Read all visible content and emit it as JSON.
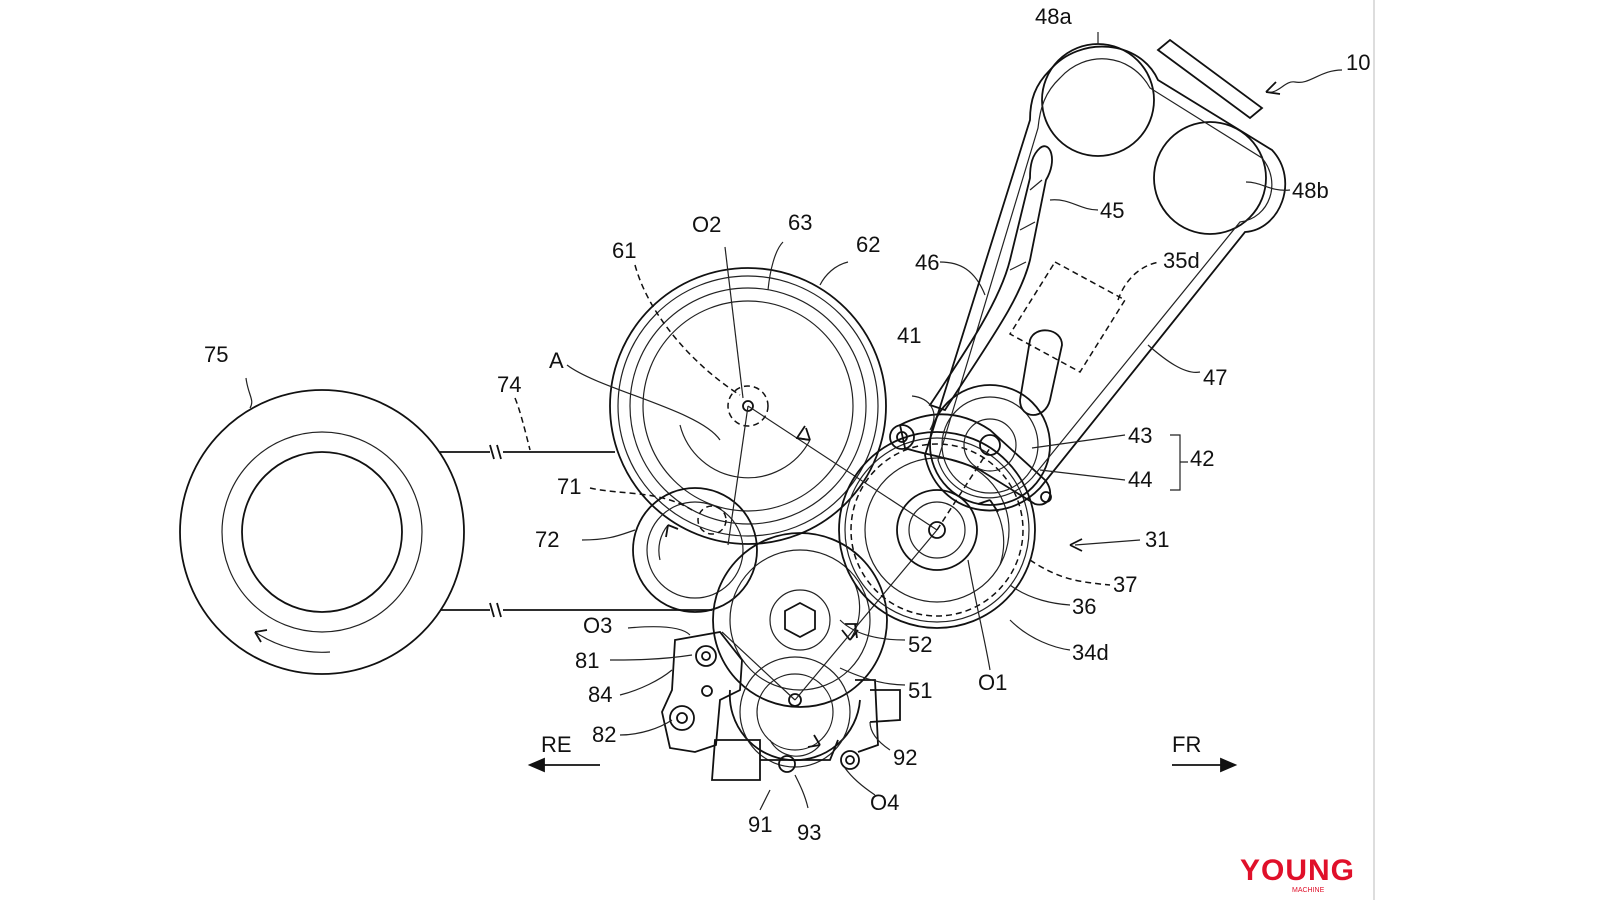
{
  "labels": {
    "l10": "10",
    "l48a": "48a",
    "l48b": "48b",
    "l45": "45",
    "l35d": "35d",
    "l46": "46",
    "l47": "47",
    "l41": "41",
    "l43": "43",
    "l44": "44",
    "l42": "42",
    "l31": "31",
    "l37": "37",
    "l36": "36",
    "l34d": "34d",
    "lO1": "O1",
    "lO2": "O2",
    "l63": "63",
    "l62": "62",
    "l61": "61",
    "lA": "A",
    "l75": "75",
    "l74": "74",
    "l71": "71",
    "l72": "72",
    "lO3": "O3",
    "l81": "81",
    "l84": "84",
    "l82": "82",
    "l52": "52",
    "l51": "51",
    "l92": "92",
    "lO4": "O4",
    "l91": "91",
    "l93": "93",
    "lRE": "RE",
    "lFR": "FR"
  },
  "watermark": {
    "text": "YOUNG",
    "subtext": "MACHINE",
    "color": "#e0102a"
  },
  "colors": {
    "line": "#111111",
    "background": "#ffffff"
  }
}
